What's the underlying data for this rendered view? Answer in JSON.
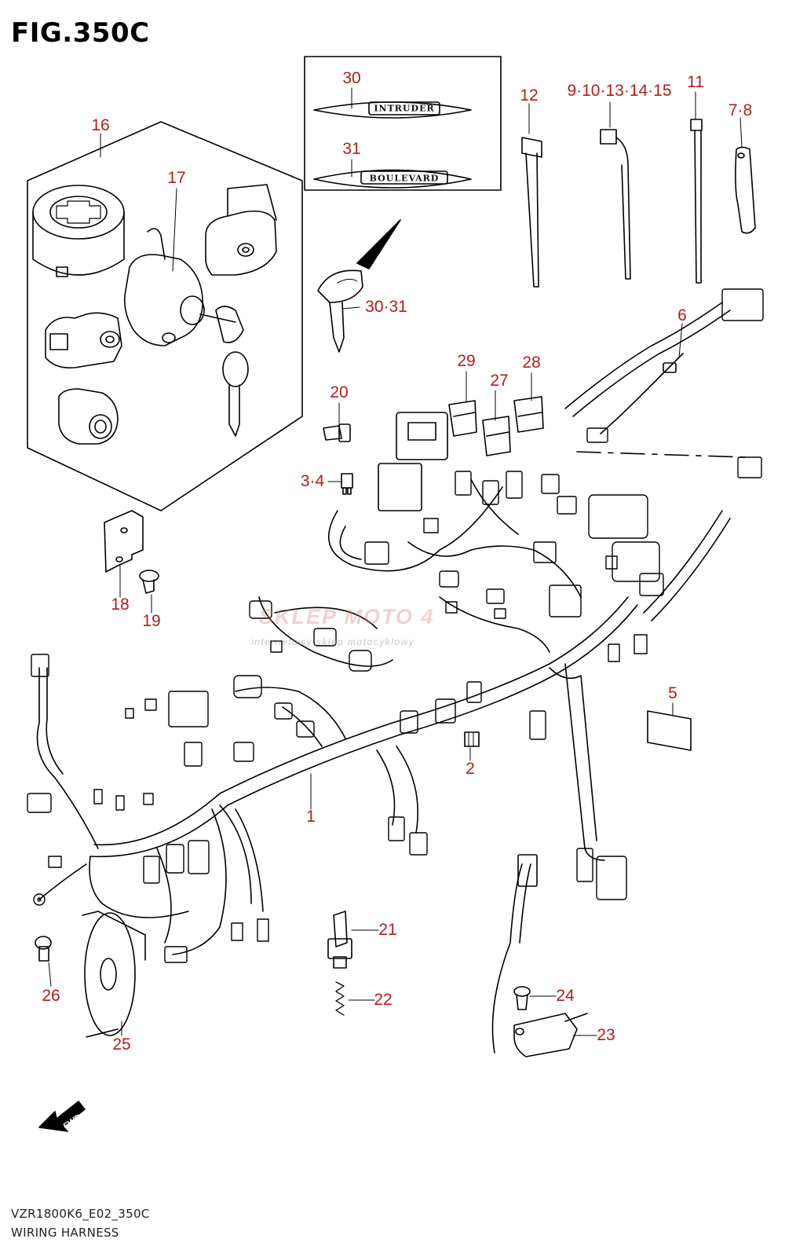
{
  "figure": {
    "title": "FIG.350C",
    "model_code": "VZR1800K6_E02_350C",
    "caption": "WIRING HARNESS"
  },
  "emblems": [
    "INTRUDER",
    "BOULEVARD"
  ],
  "watermark": {
    "main": "SKLEP MOTO 4",
    "sub": "internetowy sklep motocyklowy"
  },
  "fwd_label": "FWD",
  "callouts": {
    "c1": "1",
    "c2": "2",
    "c3_4": "3·4",
    "c5": "5",
    "c6": "6",
    "c7_8": "7·8",
    "c9_15": "9·10·13·14·15",
    "c11": "11",
    "c12": "12",
    "c16": "16",
    "c17": "17",
    "c18": "18",
    "c19": "19",
    "c20": "20",
    "c21": "21",
    "c22": "22",
    "c23": "23",
    "c24": "24",
    "c25": "25",
    "c26": "26",
    "c27": "27",
    "c28": "28",
    "c29": "29",
    "c30": "30",
    "c31": "31",
    "c30_31": "30·31"
  },
  "colors": {
    "callout": "#b01e1e",
    "line": "#000000"
  }
}
